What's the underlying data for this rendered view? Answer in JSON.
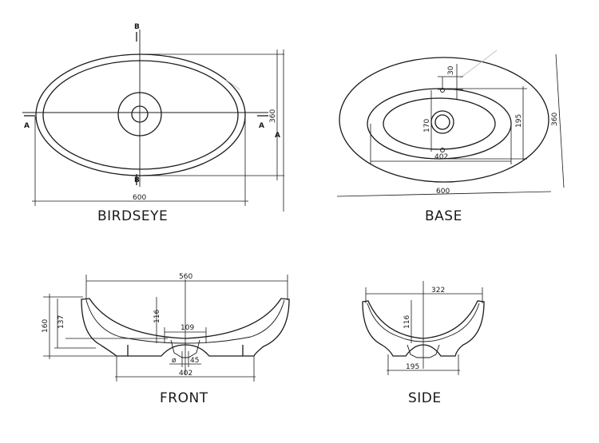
{
  "views": {
    "birdseye": {
      "title": "BIRDSEYE",
      "section_b": "B",
      "section_a": "A",
      "width": "600",
      "height": "360"
    },
    "base": {
      "title": "BASE",
      "width": "600",
      "height": "360",
      "inner_width": "402",
      "inner_height": "195",
      "hole_offset": "30",
      "hole_span": "170"
    },
    "front": {
      "title": "FRONT",
      "top_width": "560",
      "total_height": "160",
      "bowl_height": "137",
      "inner_depth": "116",
      "drain_width": "109",
      "drain_diameter": "45",
      "base_width": "402",
      "diameter_symbol": "ø"
    },
    "side": {
      "title": "SIDE",
      "top_width": "322",
      "inner_depth": "116",
      "base_width": "195"
    }
  }
}
